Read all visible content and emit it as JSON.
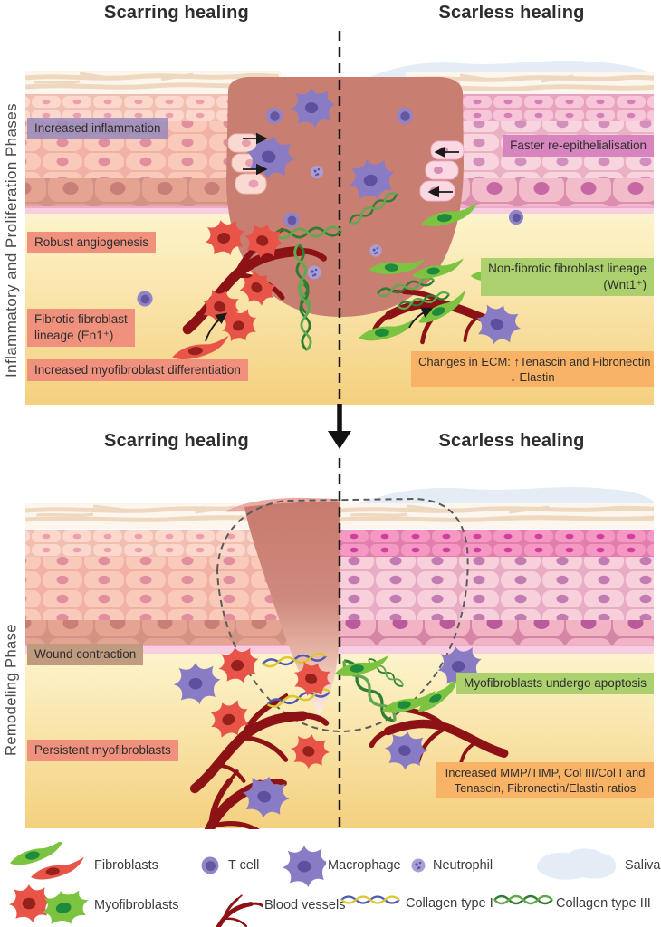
{
  "phase1": {
    "vertical_label": "Inflammatory and Proliferation Phases",
    "header_left": "Scarring healing",
    "header_right": "Scarless healing",
    "labels": {
      "increased_inflammation": "Increased inflammation",
      "faster_reepithelialisation": "Faster re-epithelialisation",
      "robust_angiogenesis": "Robust angiogenesis",
      "nonfibrotic_line1": "Non-fibrotic fibroblast lineage",
      "nonfibrotic_line2": "(Wnt1⁺)",
      "fibrotic_line1": "Fibrotic fibroblast",
      "fibrotic_line2": "lineage (En1⁺)",
      "increased_myofibroblast": "Increased myofibroblast differentiation",
      "ecm_line1": "Changes in ECM: ↑Tenascin and Fibronectin",
      "ecm_line2": "↓ Elastin"
    }
  },
  "phase2": {
    "vertical_label": "Remodeling Phase",
    "header_left": "Scarring healing",
    "header_right": "Scarless healing",
    "labels": {
      "wound_contraction": "Wound contraction",
      "myofibroblasts_apoptosis": "Myofibroblasts undergo apoptosis",
      "persistent_myofibroblasts": "Persistent myofibroblasts",
      "ratios_line1": "Increased MMP/TIMP, Col III/Col I and",
      "ratios_line2": "Tenascin, Fibronectin/Elastin ratios"
    }
  },
  "legend": {
    "fibroblasts": "Fibroblasts",
    "t_cell": "T cell",
    "macrophage": "Macrophage",
    "neutrophil": "Neutrophil",
    "saliva": "Saliva",
    "myofibroblasts": "Myofibroblasts",
    "blood_vessels": "Blood vessels",
    "collagen_type_i": "Collagen type I",
    "collagen_type_iii": "Collagen type III"
  },
  "colors": {
    "label_inflammation_bg": "#9488bc",
    "label_pink_bg": "#d884bf",
    "label_salmon_bg": "#f0917e",
    "label_green_bg": "#abd06d",
    "label_orange_bg": "#f9b366",
    "label_brown_bg": "#c19b80",
    "wound_fill": "#c97e72",
    "vessel_red": "#8c1216",
    "fibroblast_red": "#e85548",
    "fibroblast_green": "#7cc342",
    "immune_purple": "#8a7cc4",
    "saliva_blue": "#e4ecf6",
    "collagen1_blue": "#4d5ab2",
    "collagen1_yellow": "#ddc72e",
    "collagen3_green": "#2e7d32"
  }
}
